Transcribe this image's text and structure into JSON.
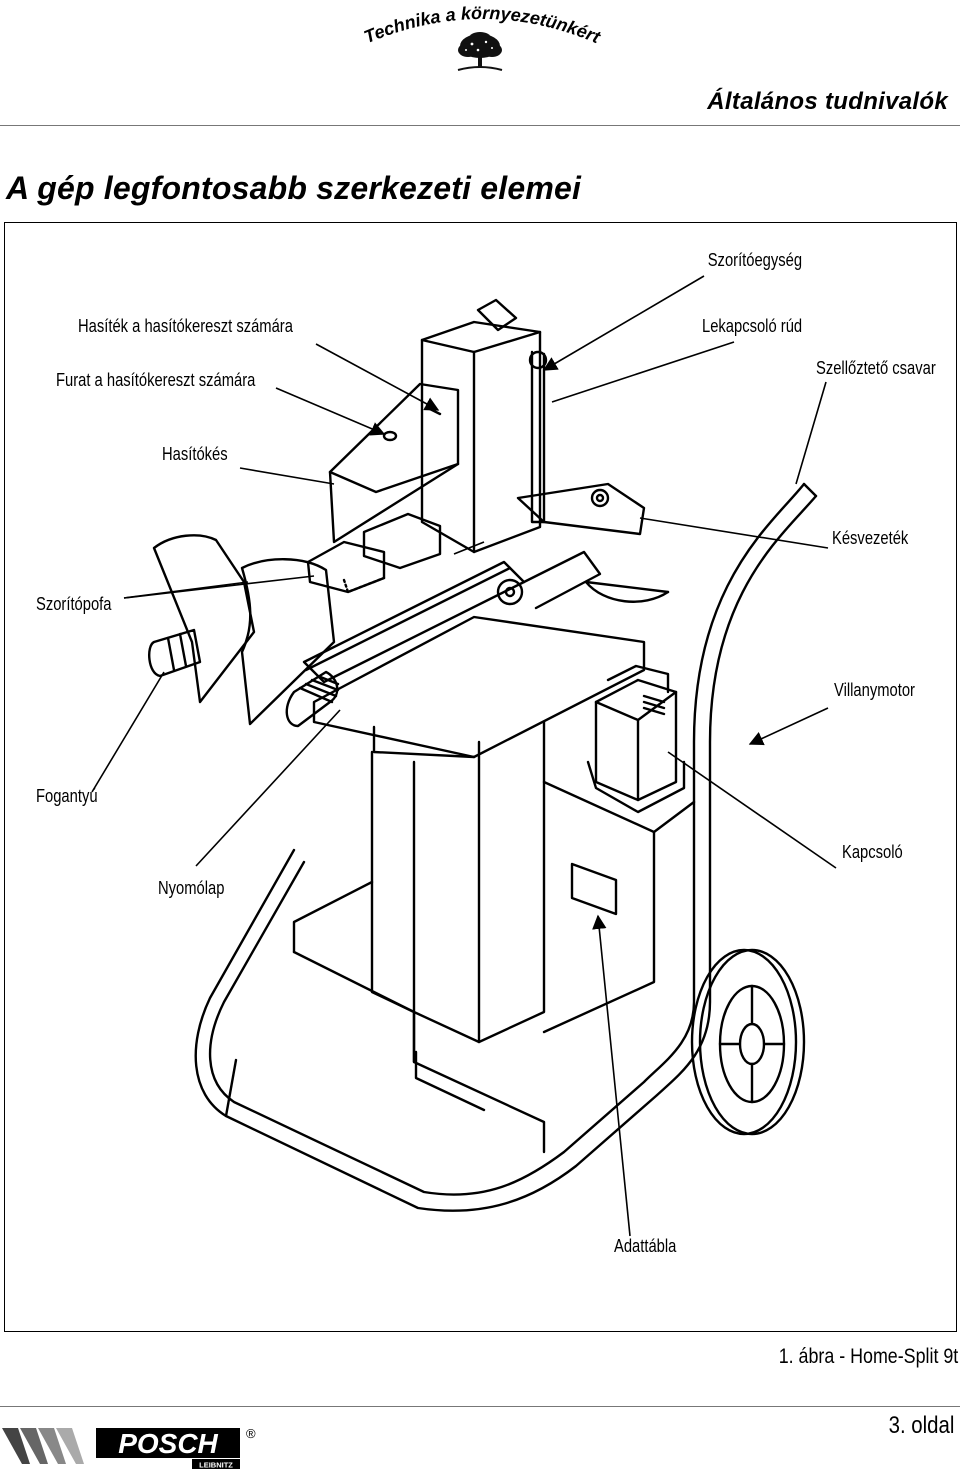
{
  "header": {
    "tagline": "Technika a környezetünkért",
    "section_title": "Általános tudnivalók"
  },
  "main_title": "A gép legfontosabb szerkezeti elemei",
  "figure": {
    "labels": {
      "clamping_unit": "Szorítóegység",
      "slot": "Hasíték a hasítókereszt számára",
      "bore": "Furat a hasítókereszt számára",
      "down_rod": "Lekapcsoló rúd",
      "vent_screw": "Szellőztető csavar",
      "knife": "Hasítókés",
      "knife_guide": "Késvezeték",
      "clamp_jaw": "Szorítópofa",
      "motor": "Villanymotor",
      "handle": "Fogantyú",
      "switch": "Kapcsoló",
      "push_plate": "Nyomólap",
      "nameplate": "Adattábla"
    },
    "caption": "1. ábra - Home-Split 9t"
  },
  "footer": {
    "brand": "POSCH",
    "brand_sub": "LEIBNITZ",
    "registered": "®",
    "page_number": "3. oldal"
  }
}
